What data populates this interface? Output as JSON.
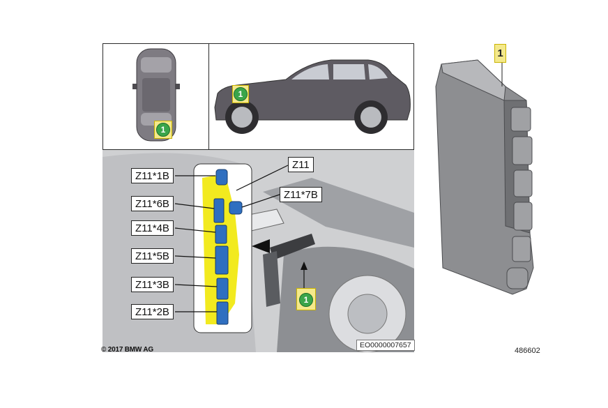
{
  "callouts": {
    "location_marker": "1",
    "part_tag": "1"
  },
  "connectors": [
    {
      "id": "z11-1b",
      "label": "Z11*1B"
    },
    {
      "id": "z11-6b",
      "label": "Z11*6B"
    },
    {
      "id": "z11-4b",
      "label": "Z11*4B"
    },
    {
      "id": "z11-5b",
      "label": "Z11*5B"
    },
    {
      "id": "z11-3b",
      "label": "Z11*3B"
    },
    {
      "id": "z11-2b",
      "label": "Z11*2B"
    }
  ],
  "component_labels": {
    "z11": "Z11",
    "z11_7b": "Z11*7B"
  },
  "footer": {
    "copyright": "© 2017 BMW AG",
    "image_code": "EO0000007657",
    "part_number": "486602"
  },
  "colors": {
    "highlight_yellow": "#f4e98b",
    "harness_yellow": "#f2ea1f",
    "connector_blue": "#2f6fc0",
    "marker_green": "#3aa54a",
    "car_body": "#5e5b62"
  }
}
